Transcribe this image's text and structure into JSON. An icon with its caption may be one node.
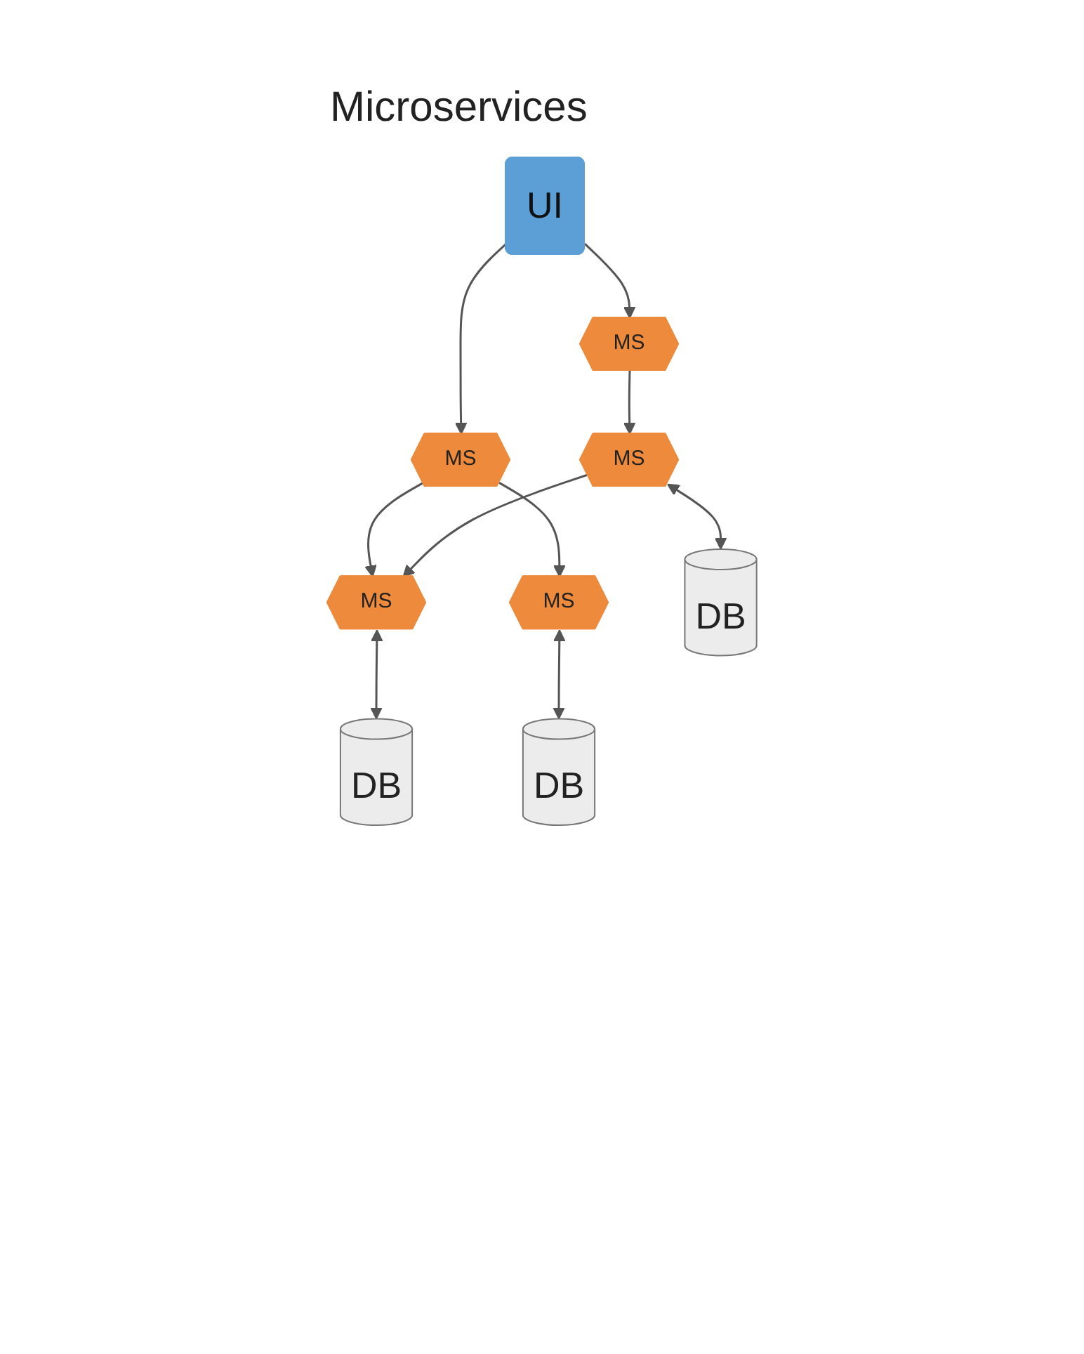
{
  "diagram": {
    "title": "Microservices",
    "nodes": [
      {
        "text": [
          "UI"
        ]
      },
      {
        "text": [
          "MS"
        ]
      },
      {
        "text": [
          "MS"
        ]
      },
      {
        "text": [
          "MS"
        ]
      },
      {
        "text": [
          "MS"
        ]
      },
      {
        "text": [
          "MS"
        ]
      },
      {
        "text": [
          "DB"
        ]
      },
      {
        "text": [
          "DB"
        ]
      },
      {
        "text": [
          "DB"
        ]
      }
    ],
    "edges": [
      {
        "from": 0,
        "to": 1,
        "arrow": "to"
      },
      {
        "from": 0,
        "to": 2,
        "arrow": "to"
      },
      {
        "from": 1,
        "to": 3,
        "arrow": "to"
      },
      {
        "from": 2,
        "to": 4,
        "arrow": "to"
      },
      {
        "from": 2,
        "to": 5,
        "arrow": "to"
      },
      {
        "from": 3,
        "to": 4,
        "arrow": "to"
      },
      {
        "from": 3,
        "to": 6,
        "arrow": "both"
      },
      {
        "from": 4,
        "to": 7,
        "arrow": "both"
      },
      {
        "from": 5,
        "to": 8,
        "arrow": "both"
      }
    ]
  }
}
